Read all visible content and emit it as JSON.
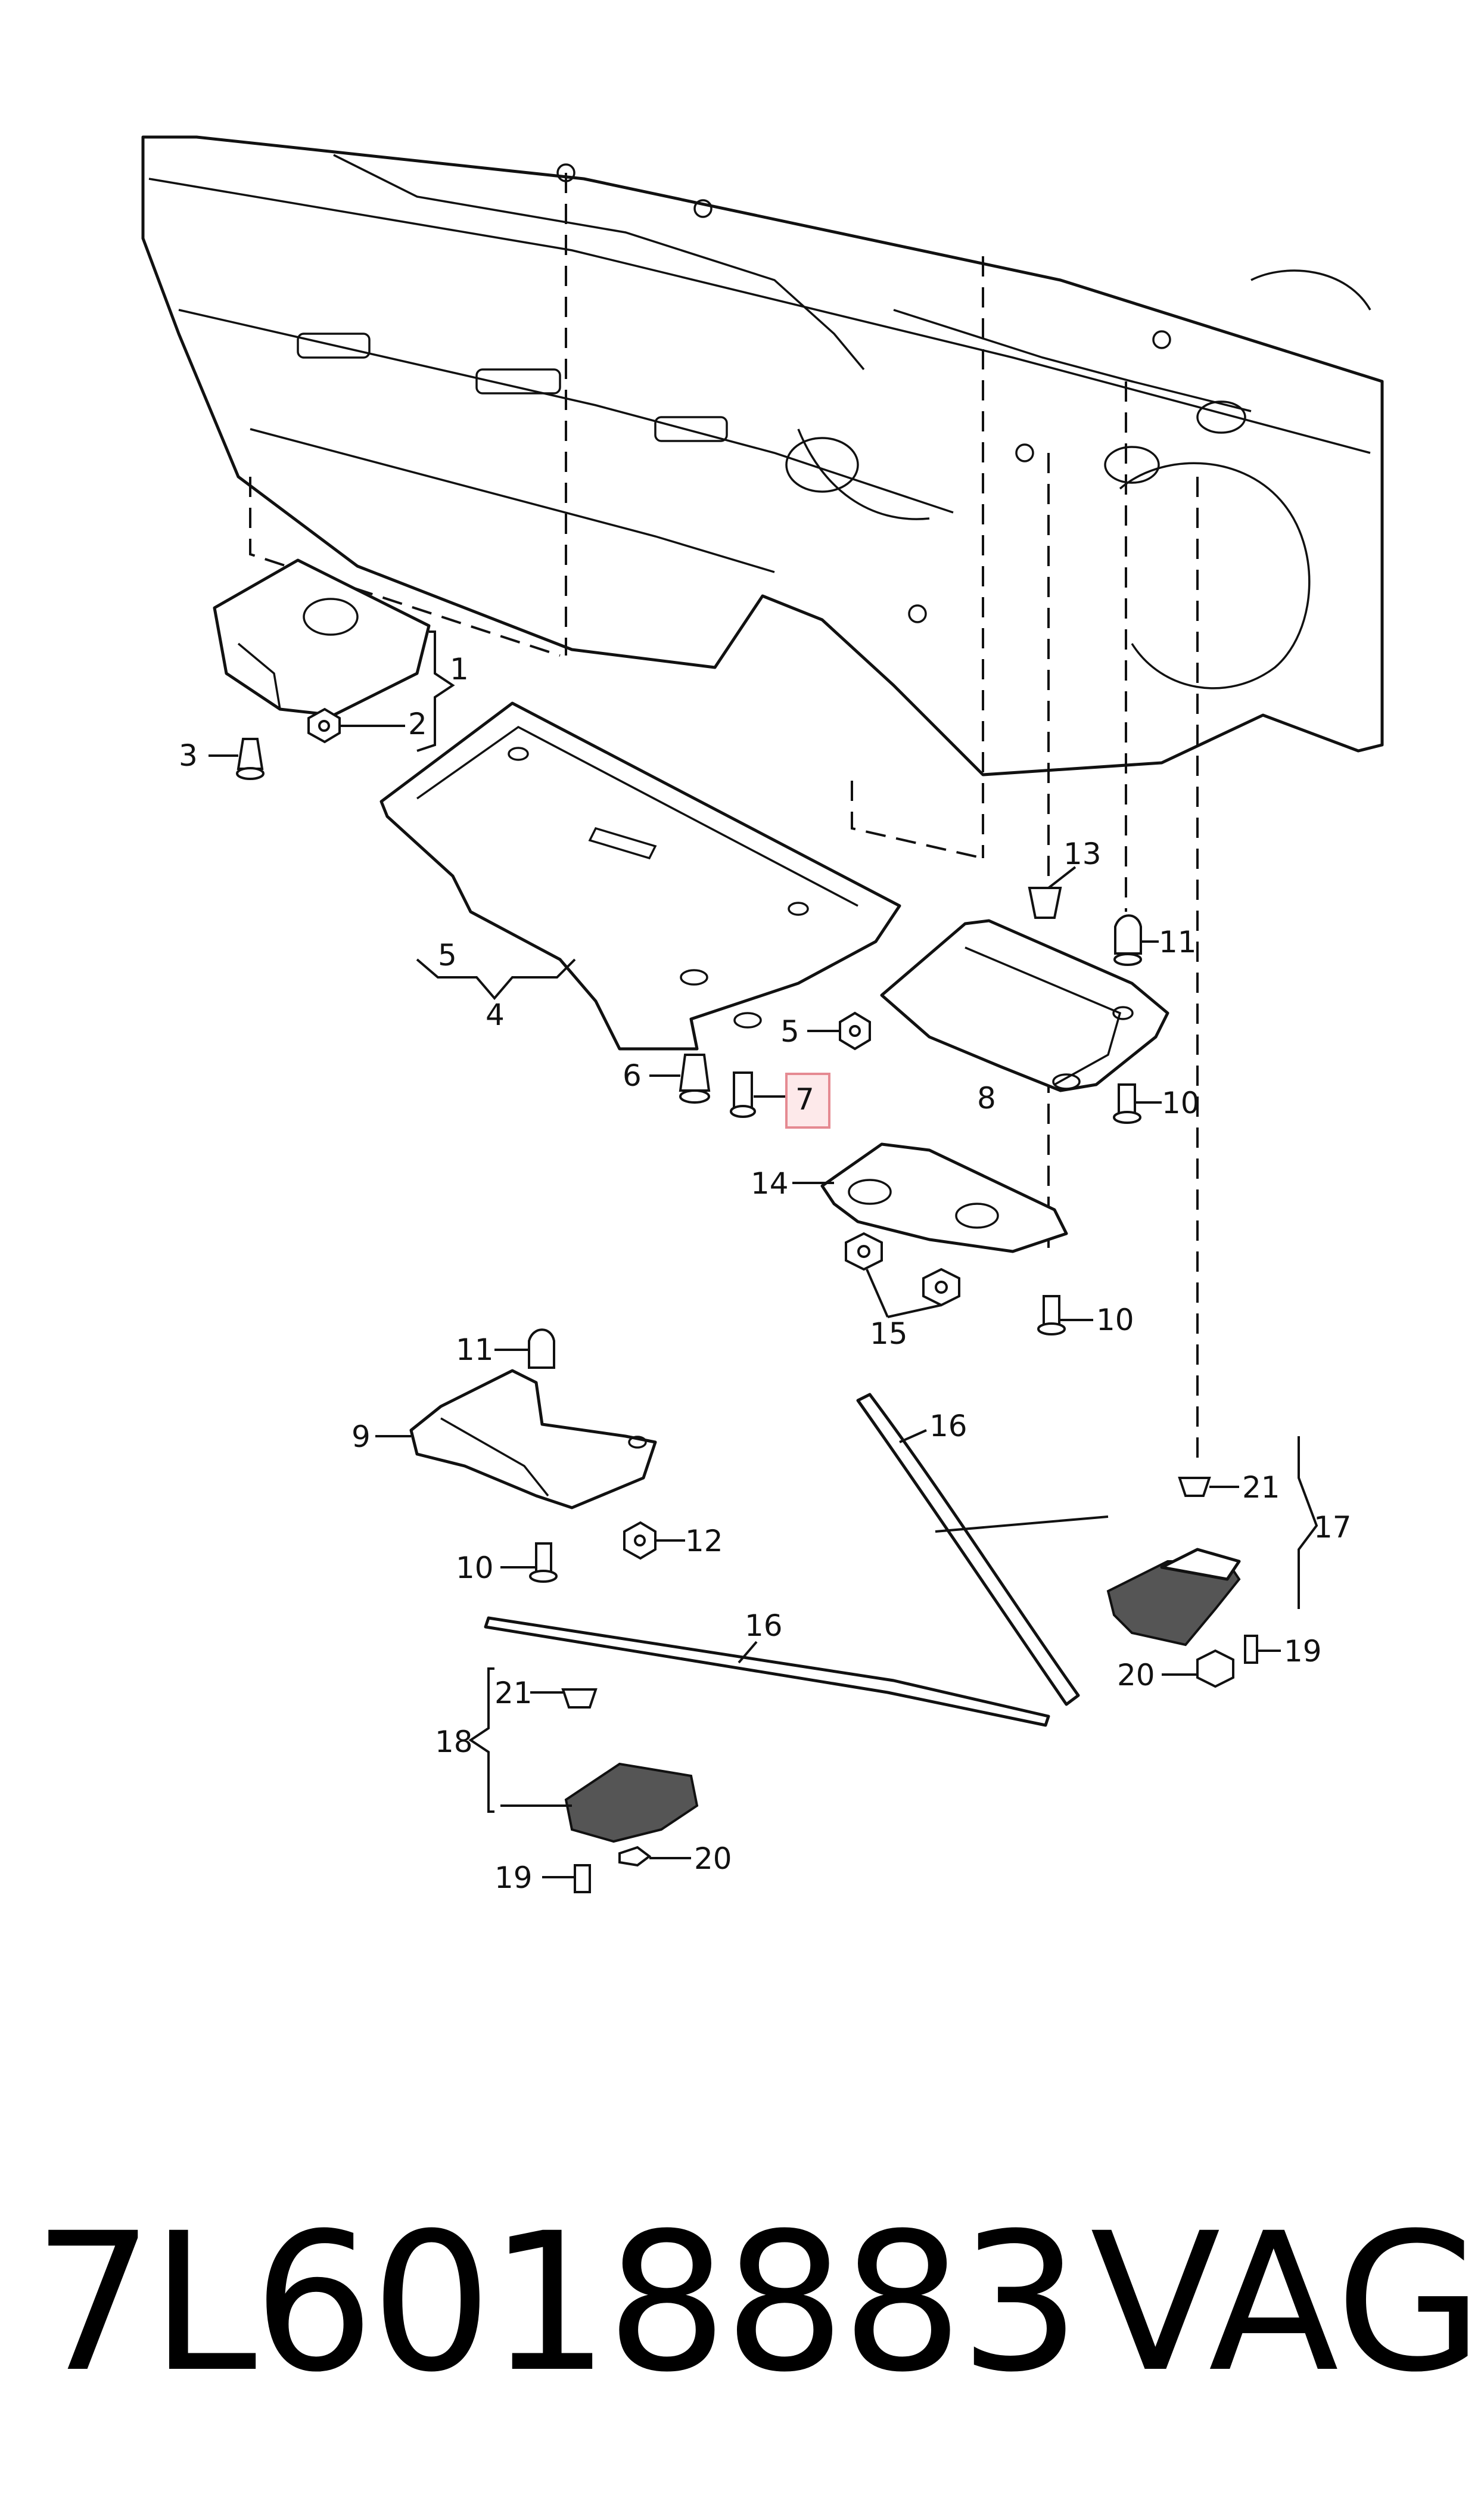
{
  "diagram": {
    "callouts": [
      {
        "id": "c1",
        "label": "1"
      },
      {
        "id": "c2",
        "label": "2"
      },
      {
        "id": "c3",
        "label": "3"
      },
      {
        "id": "c4",
        "label": "4"
      },
      {
        "id": "c5a",
        "label": "5"
      },
      {
        "id": "c5b",
        "label": "5"
      },
      {
        "id": "c6",
        "label": "6"
      },
      {
        "id": "c7",
        "label": "7",
        "highlighted": true
      },
      {
        "id": "c8",
        "label": "8"
      },
      {
        "id": "c9",
        "label": "9"
      },
      {
        "id": "c10a",
        "label": "10"
      },
      {
        "id": "c10b",
        "label": "10"
      },
      {
        "id": "c10c",
        "label": "10"
      },
      {
        "id": "c11a",
        "label": "11"
      },
      {
        "id": "c11b",
        "label": "11"
      },
      {
        "id": "c12",
        "label": "12"
      },
      {
        "id": "c13",
        "label": "13"
      },
      {
        "id": "c14",
        "label": "14"
      },
      {
        "id": "c15",
        "label": "15"
      },
      {
        "id": "c16a",
        "label": "16"
      },
      {
        "id": "c16b",
        "label": "16"
      },
      {
        "id": "c17",
        "label": "17"
      },
      {
        "id": "c18",
        "label": "18"
      },
      {
        "id": "c19a",
        "label": "19"
      },
      {
        "id": "c19b",
        "label": "19"
      },
      {
        "id": "c20a",
        "label": "20"
      },
      {
        "id": "c20b",
        "label": "20"
      },
      {
        "id": "c21a",
        "label": "21"
      },
      {
        "id": "c21b",
        "label": "21"
      }
    ],
    "highlight_color": "#e58a92"
  },
  "footer": {
    "part_number": "7L6018883",
    "brand": "VAG"
  }
}
